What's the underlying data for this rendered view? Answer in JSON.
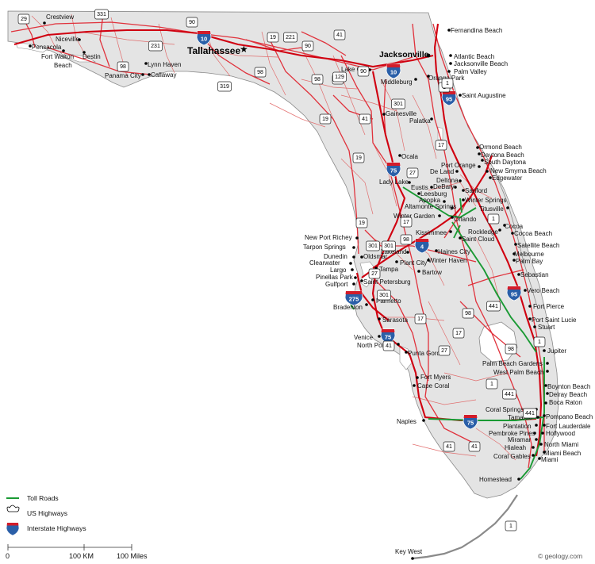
{
  "map": {
    "capital": "Tallahassee",
    "major_city": "Jacksonville",
    "credit": "© geology.com",
    "colors": {
      "land": "#e4e4e4",
      "water": "#ffffff",
      "interstate": "#d00010",
      "us_highway": "#e0323c",
      "toll_road": "#1a9a34",
      "state_road": "#e06060",
      "interstate_shield_top": "#d21c2a",
      "interstate_shield_body": "#2a5fa8"
    }
  },
  "legend": {
    "toll_roads": "Toll Roads",
    "us_highways": "US Highways",
    "interstate_highways": "Interstate Highways"
  },
  "scale": {
    "zero": "0",
    "km": "100 KM",
    "miles": "100 Miles"
  },
  "cities": [
    "Crestview",
    "Niceville",
    "Pensacola",
    "Fort Walton",
    "Beach",
    "Destin",
    "Lynn Haven",
    "Panama City",
    "Callaway",
    "Lake City",
    "Middleburg",
    "Fernandina Beach",
    "Atlantic Beach",
    "Jacksonville Beach",
    "Palm Valley",
    "Orange Park",
    "Saint Augustine",
    "Gainesville",
    "Palatka",
    "Ocala",
    "Ormond Beach",
    "Daytona Beach",
    "South Daytona",
    "Port Orange",
    "De Land",
    "New Smyrna Beach",
    "Edgewater",
    "Deltona",
    "Lady Lake",
    "Eustis",
    "DeBary",
    "Sanford",
    "Leesburg",
    "Apopka",
    "Winter Springs",
    "Altamonte Springs",
    "Winter Garden",
    "Orlando",
    "Titusville",
    "Rockledge",
    "Cocoa",
    "Cocoa Beach",
    "Kissimmee",
    "Saint Cloud",
    "New Port Richey",
    "Tarpon Springs",
    "Lakeland",
    "Haines City",
    "Satellite Beach",
    "Melbourne",
    "Palm Bay",
    "Dunedin",
    "Oldsmar",
    "Clearwater",
    "Largo",
    "Tampa",
    "Plant City",
    "Winter Haven",
    "Pinellas Park",
    "Gulfport",
    "Saint Petersburg",
    "Bartow",
    "Sebastian",
    "Palmetto",
    "Bradenton",
    "Vero Beach",
    "Sarasota",
    "Fort Pierce",
    "Port Saint Lucie",
    "Stuart",
    "Venice",
    "North Port",
    "Punta Gorda",
    "Jupiter",
    "Palm Beach Gardens",
    "West Palm Beach",
    "Fort Myers",
    "Cape Coral",
    "Boynton Beach",
    "Delray Beach",
    "Boca Raton",
    "Coral Springs",
    "Tamarac",
    "Pompano Beach",
    "Plantation",
    "Fort Lauderdale",
    "Naples",
    "Pembroke Pines",
    "Hollywood",
    "Miramar",
    "North Miami",
    "Hialeah",
    "Miami Beach",
    "Coral Gables",
    "Miami",
    "Homestead",
    "Key West"
  ],
  "interstates": [
    "10",
    "10",
    "95",
    "75",
    "4",
    "275",
    "95",
    "75",
    "75"
  ],
  "us_routes": [
    "29",
    "331",
    "90",
    "90",
    "231",
    "19",
    "221",
    "41",
    "98",
    "98",
    "319",
    "98",
    "27",
    "129",
    "90",
    "41",
    "1",
    "17",
    "301",
    "41",
    "27",
    "19",
    "19",
    "98",
    "17",
    "27",
    "1",
    "301",
    "41",
    "17",
    "98",
    "17",
    "1",
    "1",
    "441",
    "19",
    "301",
    "301",
    "41",
    "27",
    "98",
    "441",
    "441",
    "1",
    "41",
    "1"
  ]
}
